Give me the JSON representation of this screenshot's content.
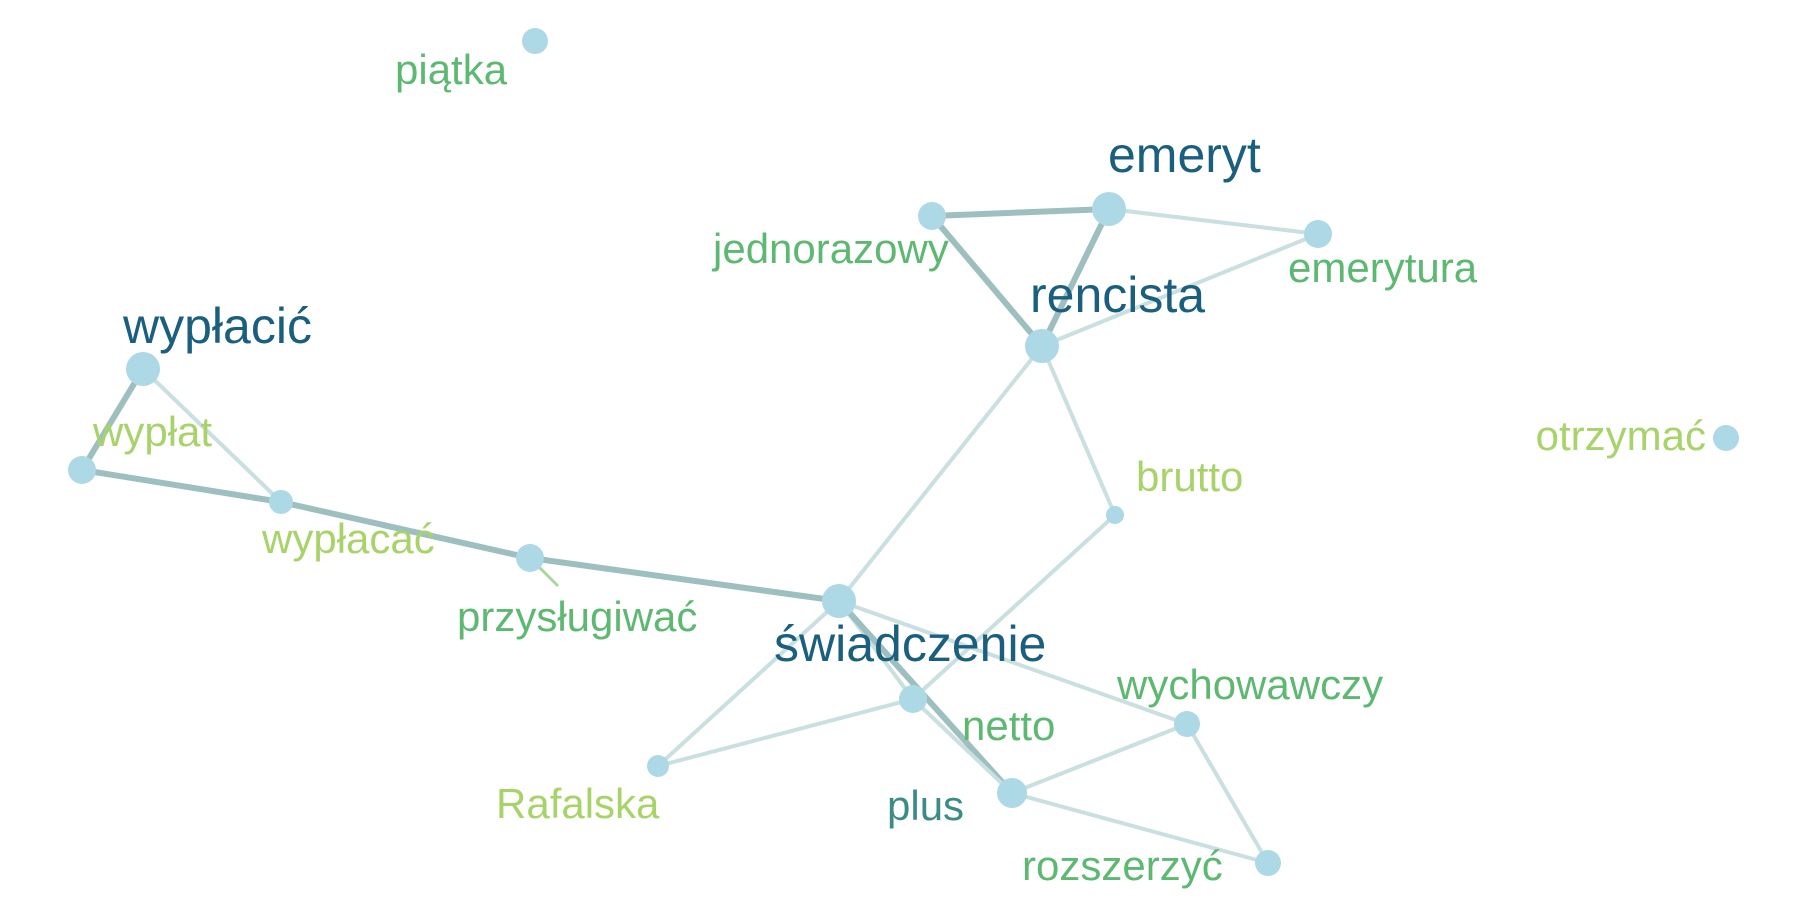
{
  "nodes": [
    {
      "id": "piatka",
      "label": "piątka",
      "color": "#5db872",
      "size": "m"
    },
    {
      "id": "emeryt",
      "label": "emeryt",
      "color": "#1b5f7e",
      "size": "l"
    },
    {
      "id": "jednorazowy",
      "label": "jednorazowy",
      "color": "#5db872",
      "size": "m"
    },
    {
      "id": "emerytura",
      "label": "emerytura",
      "color": "#5db872",
      "size": "m"
    },
    {
      "id": "rencista",
      "label": "rencista",
      "color": "#1b5f7e",
      "size": "l"
    },
    {
      "id": "wyplacic",
      "label": "wypłacić",
      "color": "#1b5f7e",
      "size": "l"
    },
    {
      "id": "wyplat",
      "label": "wypłat",
      "color": "#a8d36a",
      "size": "m"
    },
    {
      "id": "wyplacac",
      "label": "wypłacać",
      "color": "#a8d36a",
      "size": "m"
    },
    {
      "id": "otrzymac",
      "label": "otrzymać",
      "color": "#a8d36a",
      "size": "m"
    },
    {
      "id": "brutto",
      "label": "brutto",
      "color": "#a8d36a",
      "size": "m"
    },
    {
      "id": "przyslugiwac",
      "label": "przysługiwać",
      "color": "#5db872",
      "size": "m"
    },
    {
      "id": "swiadczenie",
      "label": "świadczenie",
      "color": "#1b5f7e",
      "size": "l"
    },
    {
      "id": "wychowawczy",
      "label": "wychowawczy",
      "color": "#5db872",
      "size": "m"
    },
    {
      "id": "netto",
      "label": "netto",
      "color": "#5db872",
      "size": "m"
    },
    {
      "id": "rafalska",
      "label": "Rafalska",
      "color": "#a8d36a",
      "size": "m"
    },
    {
      "id": "plus",
      "label": "plus",
      "color": "#3d8b86",
      "size": "m"
    },
    {
      "id": "rozszerzyc",
      "label": "rozszerzyć",
      "color": "#5db872",
      "size": "m"
    }
  ],
  "edges": [
    {
      "source": "jednorazowy",
      "target": "emeryt",
      "weight": "strong"
    },
    {
      "source": "emeryt",
      "target": "emerytura",
      "weight": "weak"
    },
    {
      "source": "jednorazowy",
      "target": "rencista",
      "weight": "strong"
    },
    {
      "source": "emeryt",
      "target": "rencista",
      "weight": "strong"
    },
    {
      "source": "emerytura",
      "target": "rencista",
      "weight": "weak"
    },
    {
      "source": "rencista",
      "target": "brutto",
      "weight": "weak"
    },
    {
      "source": "rencista",
      "target": "swiadczenie",
      "weight": "weak"
    },
    {
      "source": "wyplacic",
      "target": "wyplat",
      "weight": "strong"
    },
    {
      "source": "wyplacic",
      "target": "wyplacac",
      "weight": "weak"
    },
    {
      "source": "wyplat",
      "target": "wyplacac",
      "weight": "strong"
    },
    {
      "source": "wyplacac",
      "target": "przyslugiwac",
      "weight": "strong"
    },
    {
      "source": "przyslugiwac",
      "target": "swiadczenie",
      "weight": "strong"
    },
    {
      "source": "swiadczenie",
      "target": "netto",
      "weight": "weak"
    },
    {
      "source": "swiadczenie",
      "target": "plus",
      "weight": "strong"
    },
    {
      "source": "swiadczenie",
      "target": "rafalska",
      "weight": "weak"
    },
    {
      "source": "swiadczenie",
      "target": "wychowawczy",
      "weight": "weak"
    },
    {
      "source": "brutto",
      "target": "netto",
      "weight": "weak"
    },
    {
      "source": "netto",
      "target": "rafalska",
      "weight": "weak"
    },
    {
      "source": "netto",
      "target": "plus",
      "weight": "weak"
    },
    {
      "source": "plus",
      "target": "wychowawczy",
      "weight": "weak"
    },
    {
      "source": "plus",
      "target": "rozszerzyc",
      "weight": "weak"
    },
    {
      "source": "wychowawczy",
      "target": "rozszerzyc",
      "weight": "weak"
    }
  ],
  "style": {
    "node_fill": "#add8e6",
    "edge_strong": "#9dbfbf",
    "edge_weak": "#c9dfe0"
  }
}
